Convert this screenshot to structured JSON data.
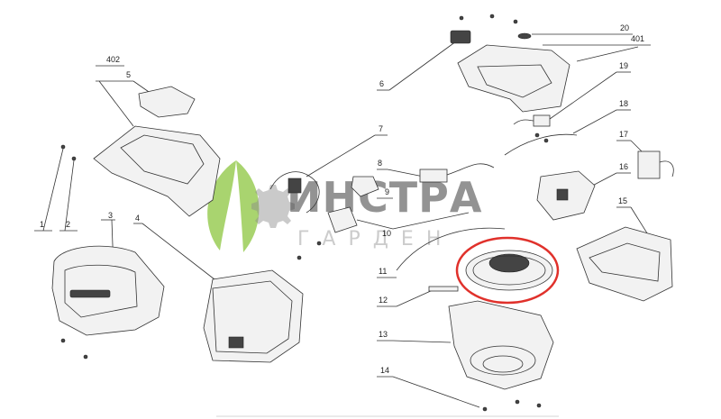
{
  "watermark": {
    "line1": "ИНСТРА",
    "line2": "ГАРДЕН",
    "leaf_color": "#8cc63f"
  },
  "highlight_color": "#e0312b",
  "labels": {
    "l1": "1",
    "l2": "2",
    "l3": "3",
    "l4": "4",
    "l5": "5",
    "l6": "6",
    "l7": "7",
    "l8": "8",
    "l9": "9",
    "l10": "10",
    "l11": "11",
    "l12": "12",
    "l13": "13",
    "l14": "14",
    "l15": "15",
    "l16": "16",
    "l17": "17",
    "l18": "18",
    "l19": "19",
    "l20": "20",
    "l401": "401",
    "l402": "402"
  }
}
